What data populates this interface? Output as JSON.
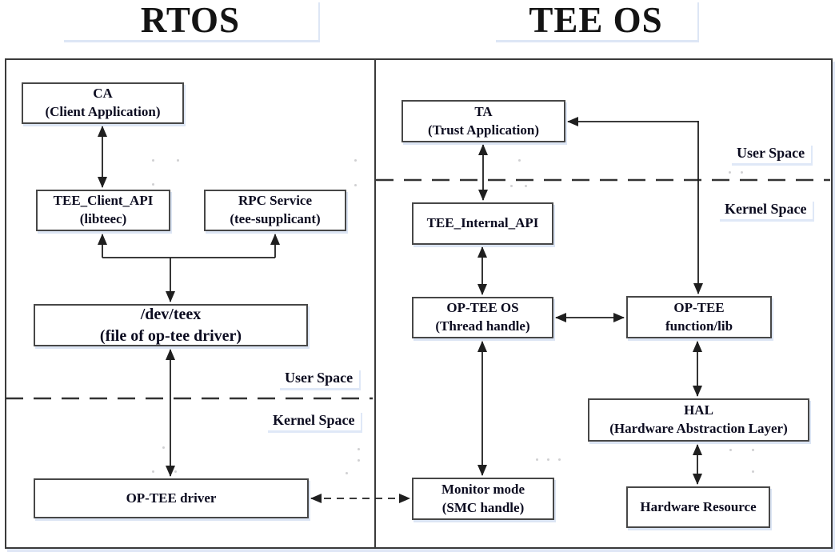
{
  "titles": {
    "left": "RTOS",
    "right": "TEE OS"
  },
  "rtos": {
    "ca": {
      "line1": "CA",
      "line2": "(Client Application)"
    },
    "tee_client_api": {
      "line1": "TEE_Client_API",
      "line2": "(libteec)"
    },
    "rpc_service": {
      "line1": "RPC Service",
      "line2": "(tee-supplicant)"
    },
    "dev_teex": {
      "line1": "/dev/teex",
      "line2": "(file of op-tee driver)"
    },
    "op_tee_driver": {
      "line1": "OP-TEE driver"
    },
    "user_space": "User Space",
    "kernel_space": "Kernel Space"
  },
  "tee_os": {
    "ta": {
      "line1": "TA",
      "line2": "(Trust Application)"
    },
    "tee_internal_api": {
      "line1": "TEE_Internal_API"
    },
    "op_tee_os": {
      "line1": "OP-TEE OS",
      "line2": "(Thread handle)"
    },
    "op_tee_function": {
      "line1": "OP-TEE",
      "line2": "function/lib"
    },
    "hal": {
      "line1": "HAL",
      "line2": "(Hardware Abstraction Layer)"
    },
    "monitor_mode": {
      "line1": "Monitor mode",
      "line2": "(SMC handle)"
    },
    "hardware_resource": {
      "line1": "Hardware Resource"
    },
    "user_space": "User Space",
    "kernel_space": "Kernel Space"
  },
  "colors": {
    "arrow": "#1f1f1f",
    "box_border": "#474747",
    "frame_border": "#3a3a3a",
    "text": "#0c0c20",
    "shadow": "#c6d4ee"
  }
}
